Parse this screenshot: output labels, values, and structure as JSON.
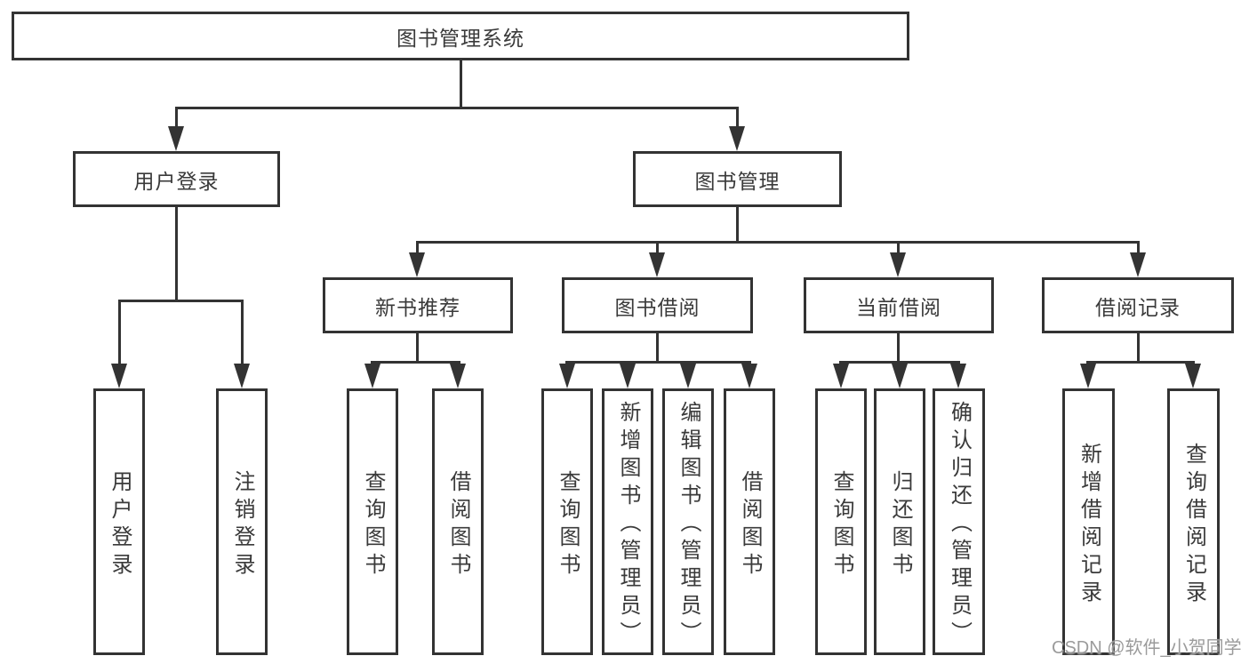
{
  "tree": {
    "root": "图书管理系统",
    "level1": [
      "用户登录",
      "图书管理"
    ],
    "level2": [
      "新书推荐",
      "图书借阅",
      "当前借阅",
      "借阅记录"
    ],
    "leaves": {
      "login": [
        "用户登录",
        "注销登录"
      ],
      "newbook": [
        "查询图书",
        "借阅图书"
      ],
      "borrow": [
        "查询图书",
        "新增图书（管理员）",
        "编辑图书（管理员）",
        "借阅图书"
      ],
      "current": [
        "查询图书",
        "归还图书",
        "确认归还（管理员）"
      ],
      "records": [
        "新增借阅记录",
        "查询借阅记录"
      ]
    }
  },
  "watermark": "CSDN @软件_小贺同学",
  "colors": {
    "line": "#333333",
    "text": "#3a3a3a",
    "box_background": "#ffffff",
    "background": "#ffffff",
    "watermark": "#9b9b9b"
  }
}
